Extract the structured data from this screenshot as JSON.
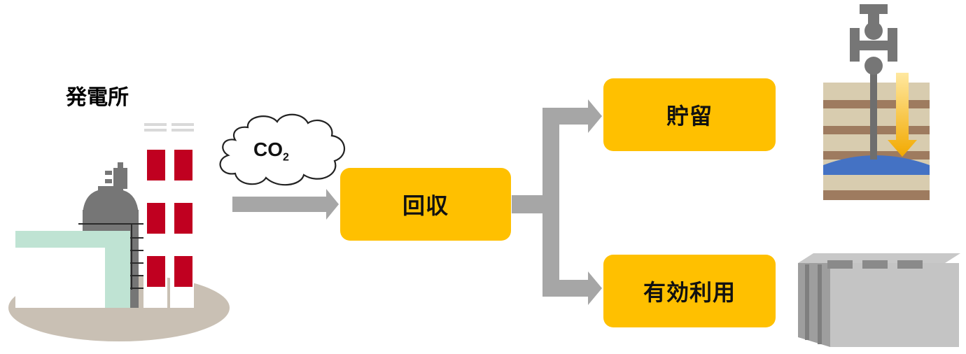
{
  "diagram": {
    "power_plant_label": "発電所",
    "gas_label": "CO",
    "gas_subscript": "2",
    "capture_label": "回収",
    "storage_label": "貯留",
    "utilization_label": "有効利用"
  },
  "colors": {
    "box_fill": "#FFC000",
    "arrow_gray": "#A6A6A6",
    "chimney_red": "#C00020",
    "ground": "#C9C0B4",
    "building": "#BFE3D3",
    "water": "#4472C4"
  }
}
